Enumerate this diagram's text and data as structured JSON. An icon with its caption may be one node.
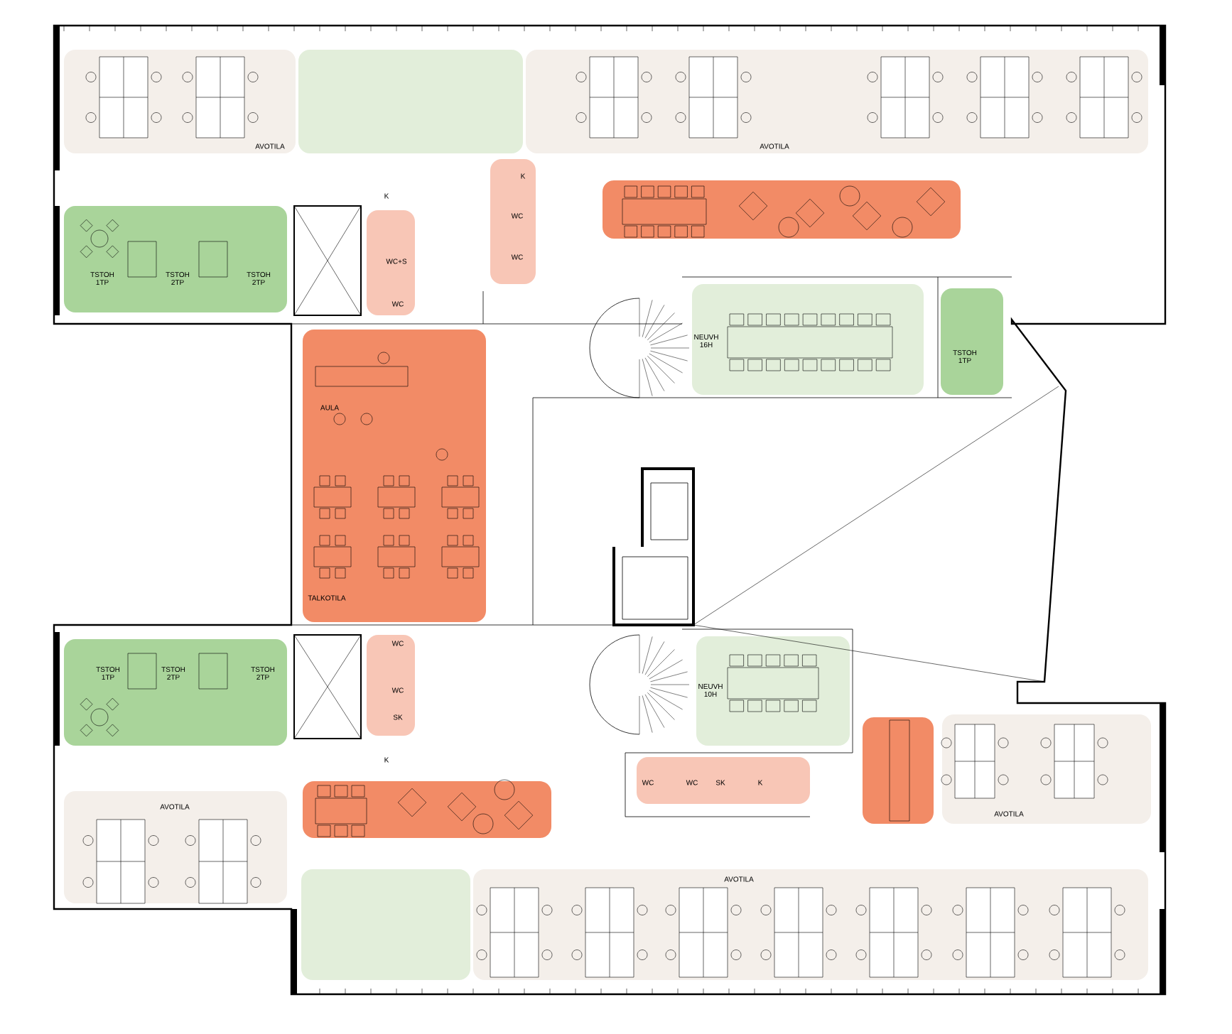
{
  "diagram": {
    "nodes": [
      {
        "text": [
          "AVOTILA"
        ]
      },
      {
        "text": [],
        "shape": "box"
      },
      {
        "text": [
          "AVOTILA"
        ]
      },
      {
        "text": [
          "TSTOH 1TP",
          "TSTOH 2TP",
          "TSTOH 2TP"
        ]
      },
      {
        "text": [
          "K",
          "WC+S",
          "WC"
        ]
      },
      {
        "text": [
          "K",
          "WC",
          "WC"
        ]
      },
      {
        "text": [],
        "shape": "box"
      },
      {
        "text": [
          "NEUVH 16H"
        ]
      },
      {
        "text": [
          "TSTOH 1TP"
        ]
      },
      {
        "text": [
          "AULA",
          "TALKOTILA"
        ]
      },
      {
        "text": [
          "TSTOH 1TP",
          "TSTOH 2TP",
          "TSTOH 2TP"
        ]
      },
      {
        "text": [
          "WC",
          "WC",
          "SK",
          "K"
        ]
      },
      {
        "text": [
          "NEUVH 10H"
        ]
      },
      {
        "text": [
          "WC",
          "WC",
          "SK",
          "K"
        ]
      },
      {
        "text": [],
        "shape": "box"
      },
      {
        "text": [
          "AVOTILA"
        ]
      },
      {
        "text": [],
        "shape": "box"
      },
      {
        "text": [
          "AVOTILA"
        ]
      },
      {
        "text": [],
        "shape": "box"
      },
      {
        "text": [
          "AVOTILA"
        ]
      }
    ]
  }
}
